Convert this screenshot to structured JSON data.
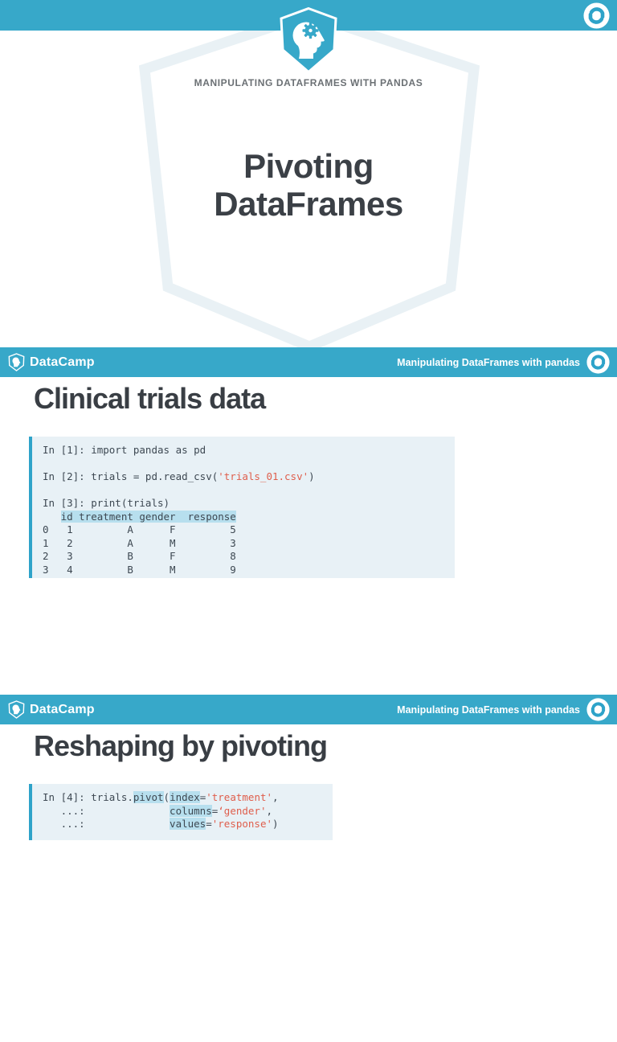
{
  "brand": {
    "name": "DataCamp",
    "course_title": "Manipulating DataFrames with pandas",
    "teal": "#37a8c9"
  },
  "slide1": {
    "course_label": "MANIPULATING DATAFRAMES WITH PANDAS",
    "title_line1": "Pivoting",
    "title_line2": "DataFrames"
  },
  "slide2": {
    "heading": "Clinical trials data",
    "code": {
      "line1": "In [1]: import pandas as pd",
      "line2_pre": "In [2]: trials = pd.read_csv(",
      "line2_str": "'trials_01.csv'",
      "line2_post": ")",
      "line3": "In [3]: print(trials)",
      "out_header_indent": "   ",
      "out_header": "id treatment gender  response",
      "out_rows": [
        "0   1         A      F         5",
        "1   2         A      M         3",
        "2   3         B      F         8",
        "3   4         B      M         9"
      ]
    }
  },
  "slide3": {
    "heading": "Reshaping by pivoting",
    "code": {
      "l1_pre": "In [4]: trials.",
      "l1_hl1": "pivot",
      "l1_mid1": "(",
      "l1_hl2": "index",
      "l1_mid2": "=",
      "l1_str": "'treatment'",
      "l1_end": ",",
      "l2_pre": "   ...:              ",
      "l2_hl": "columns",
      "l2_mid": "=",
      "l2_str": "‘gender'",
      "l2_end": ",",
      "l3_pre": "   ...:              ",
      "l3_hl": "values",
      "l3_mid": "=",
      "l3_str": "'response'",
      "l3_end": ")"
    }
  },
  "colors": {
    "code_background": "#e8f1f6",
    "code_border": "#2ea3c9",
    "string_red": "#df5e4c",
    "highlight_blue": "#b7dfee",
    "hexagon_watermark": "#e9f1f5"
  }
}
